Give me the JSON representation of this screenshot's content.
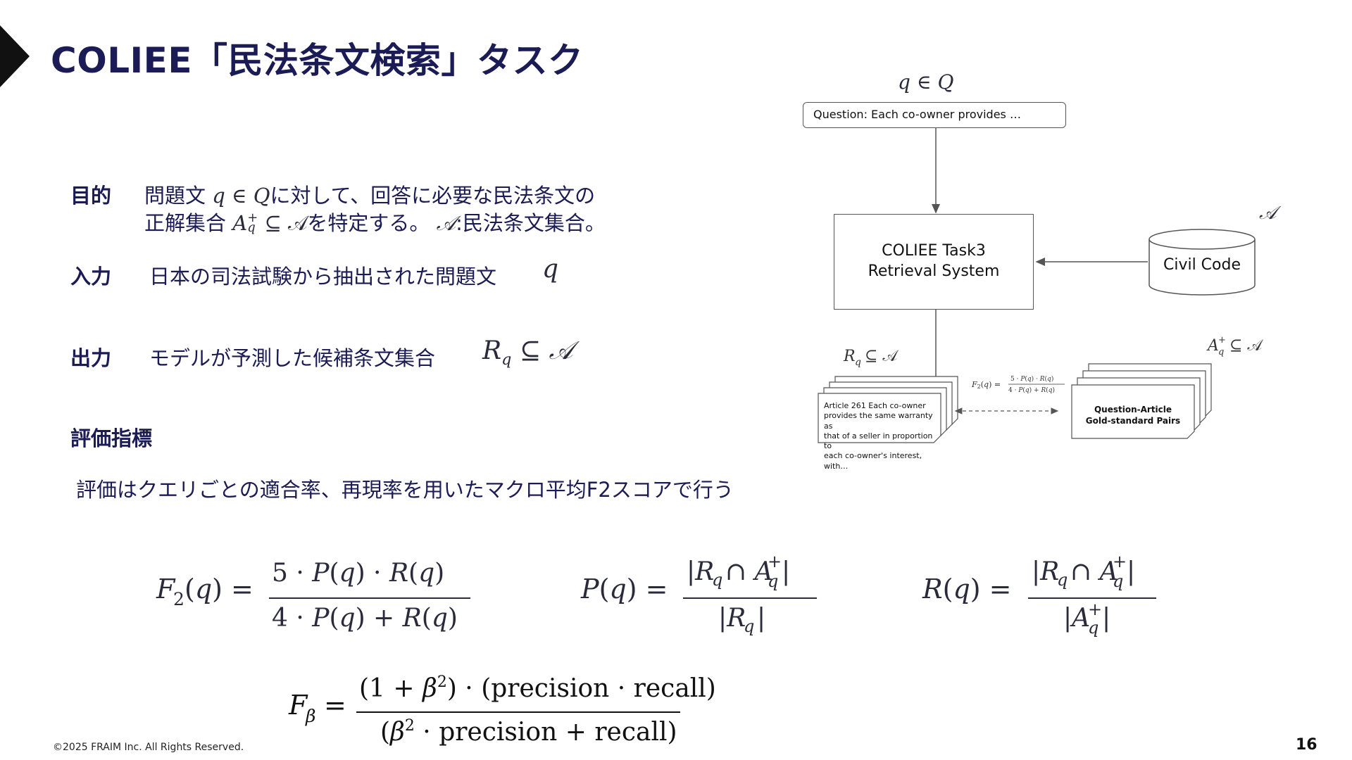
{
  "title": "COLIEE「民法条文検索」タスク",
  "objective": {
    "label": "目的",
    "line1_pre": "問題文",
    "line1_math": "q ∈ Q",
    "line1_post": "に対して、回答に必要な民法条文の",
    "line2_pre": "正解集合",
    "line2_mid": "を特定する。",
    "line2_math": "𝒜",
    "line2_post": ":民法条文集合。"
  },
  "input": {
    "label": "入力",
    "text": "日本の司法試験から抽出された問題文",
    "math": "q"
  },
  "output": {
    "label": "出力",
    "text": "モデルが予測した候補条文集合"
  },
  "metrics": {
    "label": "評価指標",
    "text": "評価はクエリごとの適合率、再現率を用いたマクロ平均F2スコアで行う"
  },
  "diagram": {
    "query_label": "q ∈ Q",
    "question_text": "Question: Each co-owner provides …",
    "system_line1": "COLIEE Task3",
    "system_line2": "Retrieval System",
    "corpus_label": "𝒜",
    "corpus_name": "Civil Code",
    "article_lines": [
      "Article 261 Each co-owner",
      "provides the same warranty as",
      "that of a seller in proportion to",
      "each co-owner's interest, with…"
    ],
    "gold_line1": "Question-Article",
    "gold_line2": "Gold-standard Pairs"
  },
  "footer": {
    "copyright": "©2025 FRAIM Inc. All Rights Reserved.",
    "page": "16"
  }
}
